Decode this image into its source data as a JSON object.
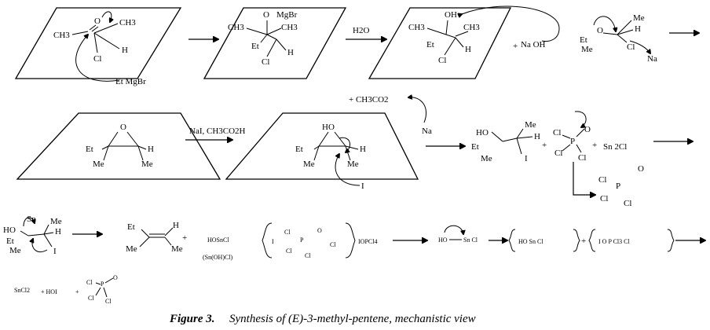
{
  "figure": {
    "caption_label": "Figure 3.",
    "caption_text": "Synthesis of (E)-3-methyl-pentene, mechanistic view"
  },
  "row1": {
    "p1": {
      "o": "O",
      "ch3a": "CH3",
      "ch3b": "CH3",
      "h": "H",
      "cl": "Cl",
      "grignard": "Et MgBr"
    },
    "p2": {
      "o": "O",
      "mg": "MgBr",
      "ch3a": "CH3",
      "ch3b": "CH3",
      "et": "Et",
      "h": "H",
      "cl": "Cl"
    },
    "reagent_water": "H2O",
    "p3": {
      "oh": "OH",
      "ch3a": "CH3",
      "ch3b": "CH3",
      "et": "Et",
      "h": "H",
      "cl": "Cl",
      "naoh": "Na OH",
      "plus": "+"
    },
    "alkoxide": {
      "o": "O",
      "et": "Et",
      "me1": "Me",
      "me2": "Me",
      "h": "H",
      "cl": "Cl",
      "na": "Na"
    }
  },
  "row2": {
    "epoxide1": {
      "o": "O",
      "et": "Et",
      "me1": "Me",
      "me2": "Me",
      "h": "H"
    },
    "reagent": "NaI, CH3CO2H",
    "epoxide2": {
      "ho": "HO",
      "et": "Et",
      "me1": "Me",
      "me2": "Me",
      "h": "H",
      "iodide": "I"
    },
    "acetate": "+ CH3CO2",
    "na": "Na",
    "iodohydrin": {
      "ho": "HO",
      "et": "Et",
      "me1": "Me",
      "me2": "Me",
      "h": "H",
      "i": "I"
    },
    "pocl3": {
      "cl1": "Cl",
      "cl2": "Cl",
      "cl3": "Cl",
      "p": "P",
      "o": "O"
    },
    "sncl": "Sn  2Cl",
    "plus1": "+",
    "plus2": "+",
    "pocl3_product": {
      "cl1": "Cl",
      "cl2": "Cl",
      "cl3": "Cl",
      "p": "P",
      "o": "O"
    }
  },
  "row3": {
    "start": {
      "ho": "HO",
      "sn": "Sn",
      "et": "Et",
      "me1": "Me",
      "me2": "Me",
      "h": "H",
      "i": "I"
    },
    "alkene": {
      "et": "Et",
      "h": "H",
      "me1": "Me",
      "me2": "Me"
    },
    "plus": "+",
    "hosncl": "HOSnCl",
    "snohcl": "(Sn(OH)Cl)",
    "bracket1": {
      "i": "I",
      "cl1": "Cl",
      "cl2": "Cl",
      "cl3": "Cl",
      "p": "P",
      "o": "O",
      "cl4": "Cl"
    },
    "iopcl4": "IOPCl4",
    "hosncl2": {
      "ho": "HO",
      "sncl": "Sn Cl"
    },
    "bracket2": "HO   Sn   Cl",
    "bracket3": "I     O  P Cl3   Cl"
  },
  "row4": {
    "sncl2": "SnCl2",
    "hoi": "+ HOI",
    "plus": "+",
    "pocl3": {
      "cl1": "Cl",
      "cl2": "Cl",
      "cl3": "Cl",
      "p": "P",
      "o": "O"
    }
  }
}
